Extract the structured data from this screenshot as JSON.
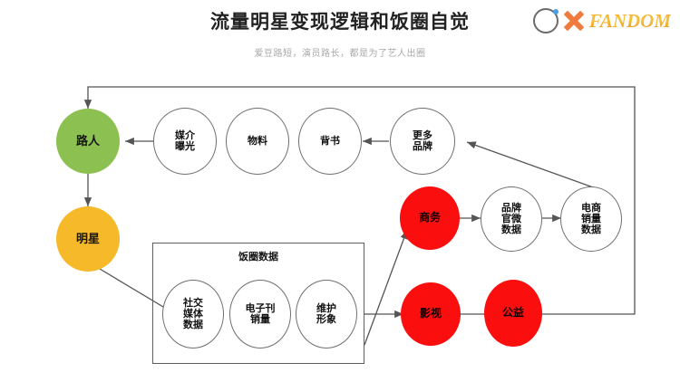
{
  "header": {
    "title": "流量明星变现逻辑和饭圈自觉",
    "subtitle": "爱豆路短，演员路长，都是为了艺人出圈",
    "brand": {
      "circle_icon": "circle-outline-icon",
      "dot_icon": "blue-dot-icon",
      "x_icon": "orange-x-icon",
      "wordmark": "FANDOM"
    }
  },
  "diagram": {
    "group": {
      "title": "饭圈数据"
    },
    "nodes": [
      {
        "id": "luren",
        "label": "路人",
        "color": "#8CC152"
      },
      {
        "id": "mingxing",
        "label": "明星",
        "color": "#F6B929"
      },
      {
        "id": "meijiebaoguang",
        "label": "媒介\n曝光",
        "color": "#FFFFFF"
      },
      {
        "id": "wuliao",
        "label": "物料",
        "color": "#FFFFFF"
      },
      {
        "id": "beishu",
        "label": "背书",
        "color": "#FFFFFF"
      },
      {
        "id": "gengduopinpai",
        "label": "更多\n品牌",
        "color": "#FFFFFF"
      },
      {
        "id": "shangwu",
        "label": "商务",
        "color": "#FA0E0E"
      },
      {
        "id": "pinpaiguanwei",
        "label": "品牌\n官微\n数据",
        "color": "#FFFFFF"
      },
      {
        "id": "dianshang",
        "label": "电商\n销量\n数据",
        "color": "#FFFFFF"
      },
      {
        "id": "yingshi",
        "label": "影视",
        "color": "#FA0E0E"
      },
      {
        "id": "gongyi",
        "label": "公益",
        "color": "#FA0E0E"
      },
      {
        "id": "shejiaomeiti",
        "label": "社交\n媒体\n数据",
        "color": "#FFFFFF"
      },
      {
        "id": "dianzikan",
        "label": "电子刊\n销量",
        "color": "#FFFFFF"
      },
      {
        "id": "weihuxingxiang",
        "label": "维护\n形象",
        "color": "#FFFFFF"
      }
    ],
    "edge_color": "#555555"
  }
}
